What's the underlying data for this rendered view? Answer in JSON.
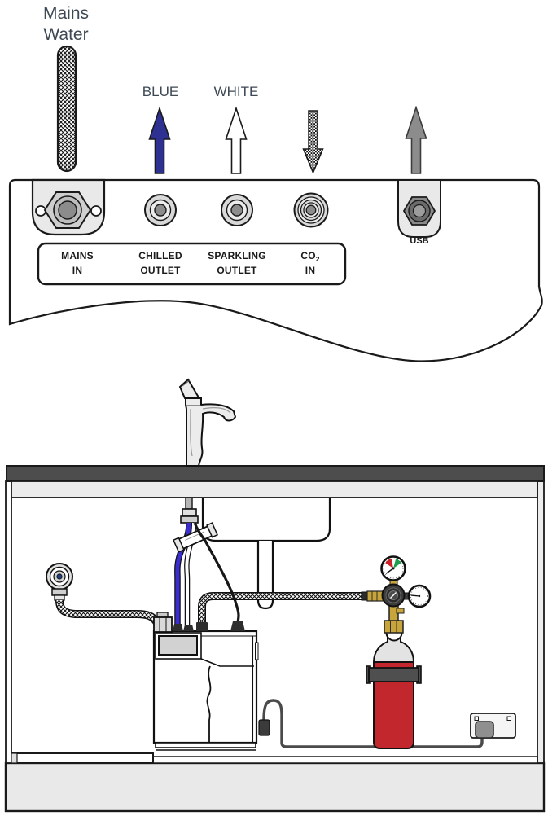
{
  "top_panel": {
    "mains_water": {
      "line1": "Mains",
      "line2": "Water"
    },
    "blue_arrow_label": "BLUE",
    "white_arrow_label": "WHITE",
    "ports": {
      "mains": {
        "line1": "MAINS",
        "line2": "IN"
      },
      "chilled": {
        "line1": "CHILLED",
        "line2": "OUTLET"
      },
      "sparkling": {
        "line1": "SPARKLING",
        "line2": "OUTLET"
      },
      "co2": {
        "prefix": "CO",
        "subscript": "2",
        "line2": "IN"
      },
      "usb": "USB"
    }
  },
  "colors": {
    "label_text": "#3d4954",
    "port_text": "#1a1a1a",
    "blue_arrow": "#2e3192",
    "gray_arrow": "#8c8c8c",
    "countertop": "#4d4d4d",
    "light_gray": "#e9e9e9",
    "panel_gray": "#d2d2d2",
    "port_inner_gray": "#8c8c8c",
    "blue_tube": "#3a2dd0",
    "cylinder_red": "#c1272d",
    "clamp_gray": "#4f4f4f",
    "brass": "#c8a43c",
    "gauge_red": "#cc2127",
    "gauge_green": "#1d9e4f",
    "valve_dot_blue": "#1f3d7a",
    "cord_gray": "#4a4a4a"
  }
}
